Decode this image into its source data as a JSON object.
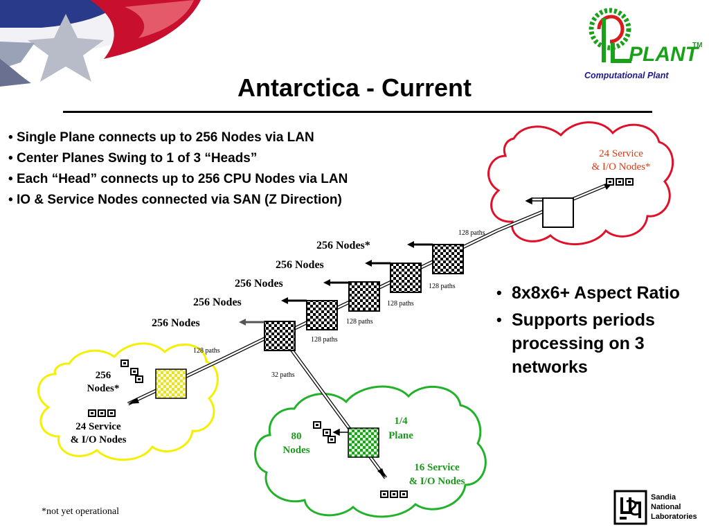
{
  "title": "Antarctica - Current",
  "bullets_left": [
    "Single Plane connects up to 256 Nodes via LAN",
    "Center Planes Swing to 1 of 3 “Heads”",
    "Each “Head” connects up to 256 CPU Nodes via LAN",
    "IO & Service Nodes connected via SAN (Z Direction)"
  ],
  "bullets_right": [
    "8x8x6+ Aspect Ratio",
    "Supports periods processing on 3 networks"
  ],
  "plane_labels": [
    "256 Nodes*",
    "256 Nodes",
    "256 Nodes",
    "256 Nodes",
    "256 Nodes"
  ],
  "path_labels": [
    "128 paths",
    "128 paths",
    "128 paths",
    "128 paths",
    "128 paths",
    "128 paths",
    "32 paths"
  ],
  "red_cloud": {
    "line1": "24 Service",
    "line2": "& I/O Nodes*"
  },
  "yellow_cloud": {
    "nodes_line1": "256",
    "nodes_line2": "Nodes*",
    "service_line1": "24 Service",
    "service_line2": "& I/O Nodes"
  },
  "green_cloud": {
    "nodes_line1": "80",
    "nodes_line2": "Nodes",
    "plane_line1": "1/4",
    "plane_line2": "Plane",
    "service_line1": "16 Service",
    "service_line2": "& I/O Nodes"
  },
  "footnote": "*not yet operational",
  "logo_cplant": {
    "text": "PLANT",
    "tm": "TM",
    "subtitle": "Computational Plant"
  },
  "logo_sandia": [
    "Sandia",
    "National",
    "Laboratories"
  ],
  "colors": {
    "red_cloud": "#e0102a",
    "yellow_cloud": "#f4f000",
    "green_cloud": "#22b22a",
    "plant_green": "#1aa11a",
    "plant_red": "#d81c1c",
    "plant_blue": "#1a1a8c",
    "service_red": "#e03a10",
    "green_text": "#1a9a1a"
  }
}
